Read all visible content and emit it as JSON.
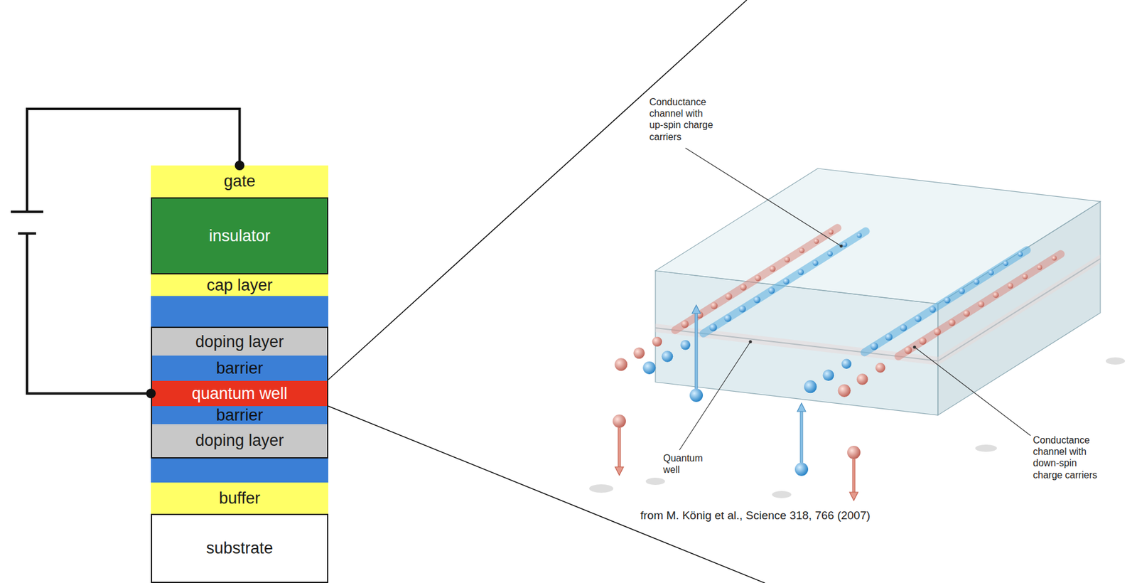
{
  "diagram": {
    "nodes": [
      {
        "text": [
          "gate"
        ]
      },
      {
        "text": [
          "insulator"
        ]
      },
      {
        "text": [
          "cap layer"
        ]
      },
      {
        "text": [
          "doping layer"
        ]
      },
      {
        "text": [
          "barrier"
        ]
      },
      {
        "text": [
          "quantum well"
        ]
      },
      {
        "text": [
          "barrier"
        ]
      },
      {
        "text": [
          "doping layer"
        ]
      },
      {
        "text": [
          "buffer"
        ]
      },
      {
        "text": [
          "substrate"
        ]
      }
    ],
    "edges": [
      {
        "from": 0,
        "to": 5,
        "arrow": "none"
      }
    ],
    "labels": [
      "Conductance channel with up-spin charge carriers",
      "Quantum well",
      "Conductance channel with down-spin charge carriers",
      "from M. König et al., Science 318, 766 (2007)"
    ]
  }
}
